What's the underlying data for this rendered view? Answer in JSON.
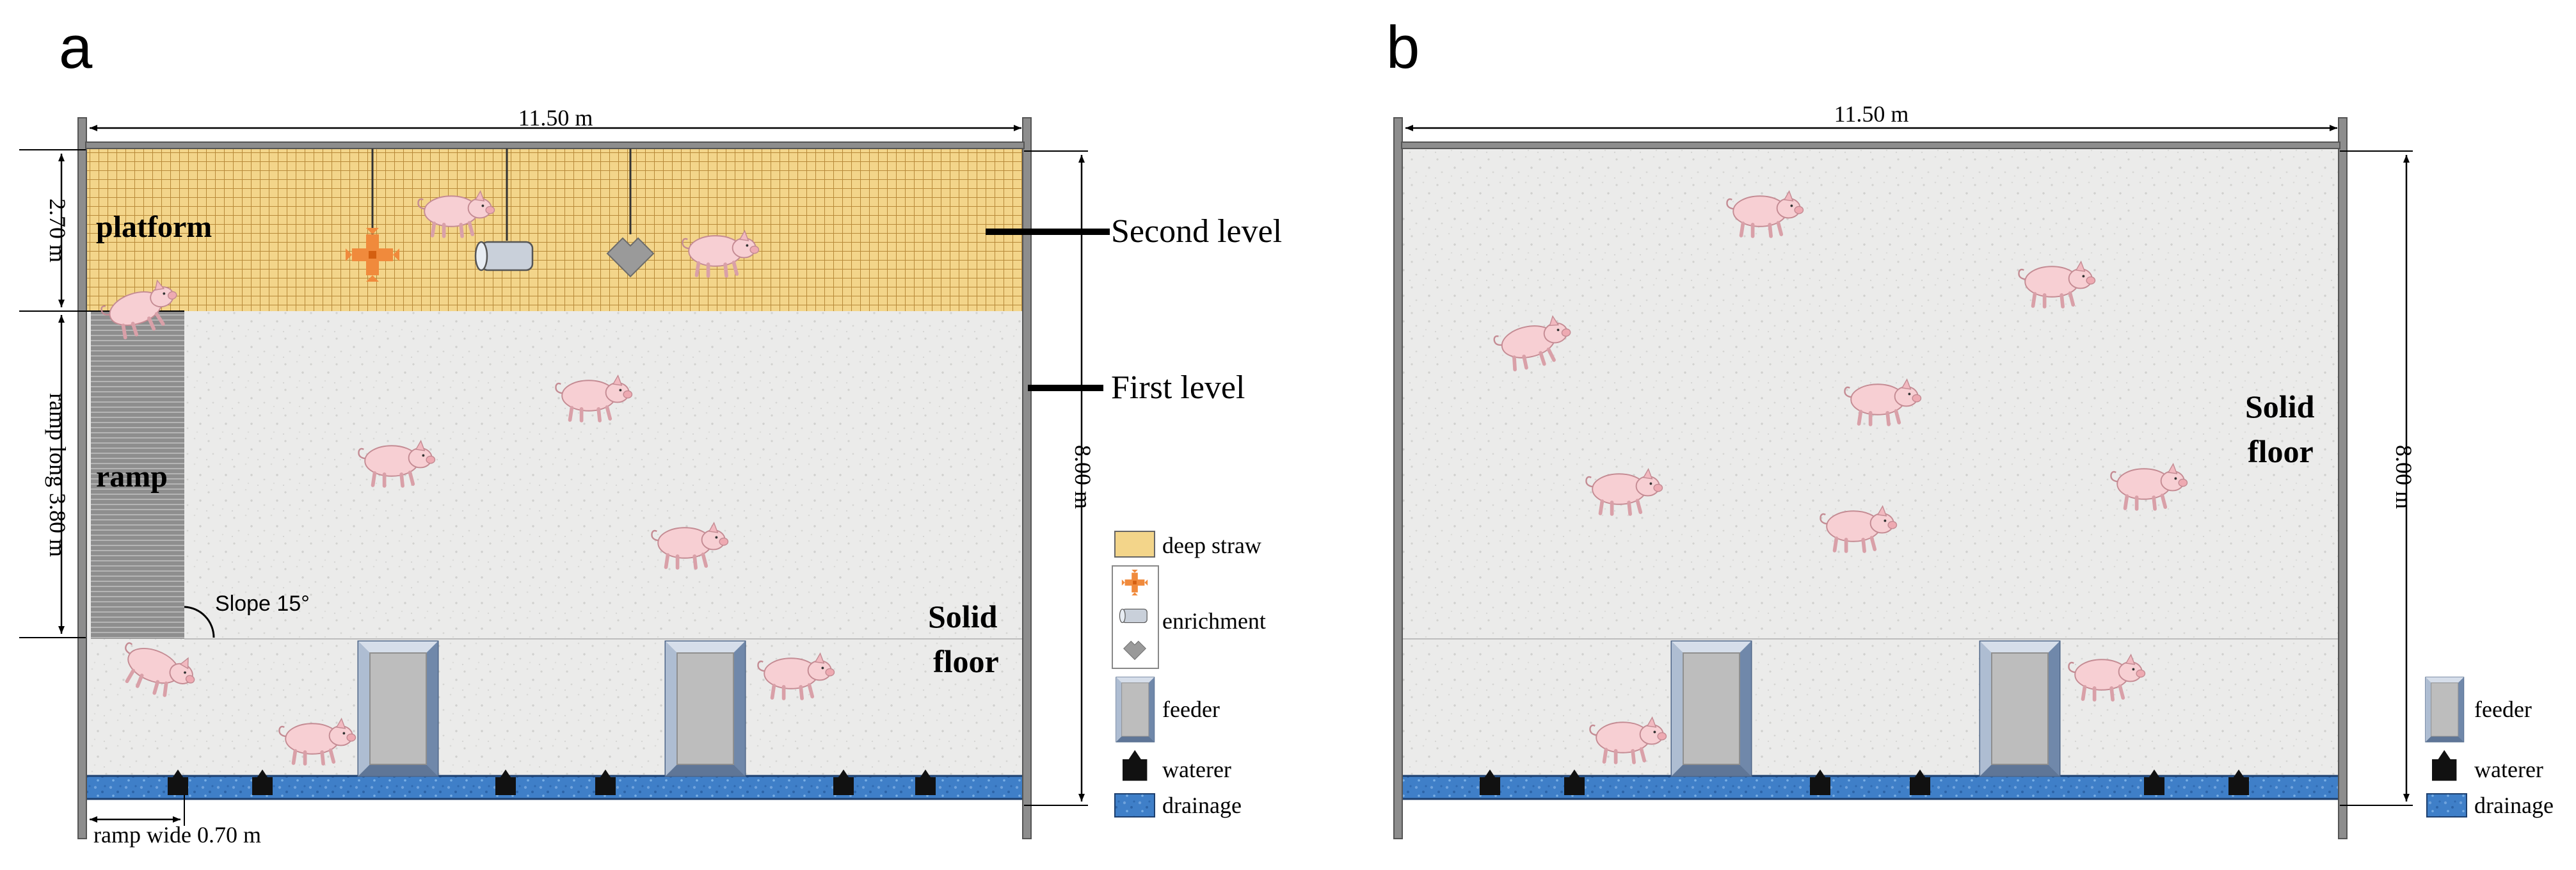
{
  "panels": [
    {
      "letter": "a",
      "width_label": "11.50 m",
      "height_label": "8.00 m",
      "platform_depth_label": "2.70 m",
      "ramp_length_label": "ramp long 3.80 m",
      "ramp_width_label": "ramp wide 0.70 m",
      "platform_label": "platform",
      "ramp_label": "ramp",
      "slope_label": "Slope 15°",
      "floor_label_line1": "Solid",
      "floor_label_line2": "floor",
      "second_level_label": "Second level",
      "first_level_label": "First level",
      "legend": [
        {
          "key": "deep-straw",
          "label": "deep straw"
        },
        {
          "key": "enrichment",
          "label": "enrichment"
        },
        {
          "key": "feeder",
          "label": "feeder"
        },
        {
          "key": "waterer",
          "label": "waterer"
        },
        {
          "key": "drainage",
          "label": "drainage"
        }
      ]
    },
    {
      "letter": "b",
      "width_label": "11.50 m",
      "height_label": "8.00 m",
      "floor_label_line1": "Solid",
      "floor_label_line2": "floor",
      "legend": [
        {
          "key": "feeder",
          "label": "feeder"
        },
        {
          "key": "waterer",
          "label": "waterer"
        },
        {
          "key": "drainage",
          "label": "drainage"
        }
      ]
    }
  ],
  "icons": {
    "pig": "pig-icon",
    "feeder": "feeder-icon",
    "waterer": "waterer-icon",
    "enrichment": [
      "cross-toy-icon",
      "cylinder-toy-icon",
      "chevron-toy-icon"
    ]
  },
  "colors": {
    "straw": "#f3d58a",
    "straw_grid": "#b88a3a",
    "floor": "#ebebea",
    "ramp": "#8e8e8e",
    "drainage": "#3f7fc8",
    "feeder": "#bdbdbd",
    "feeder_frame": "#6e86a8",
    "pig": "#f7cfd3",
    "enrichment_cross": "#f08a3c",
    "enrichment_gray": "#9a9a9a"
  }
}
